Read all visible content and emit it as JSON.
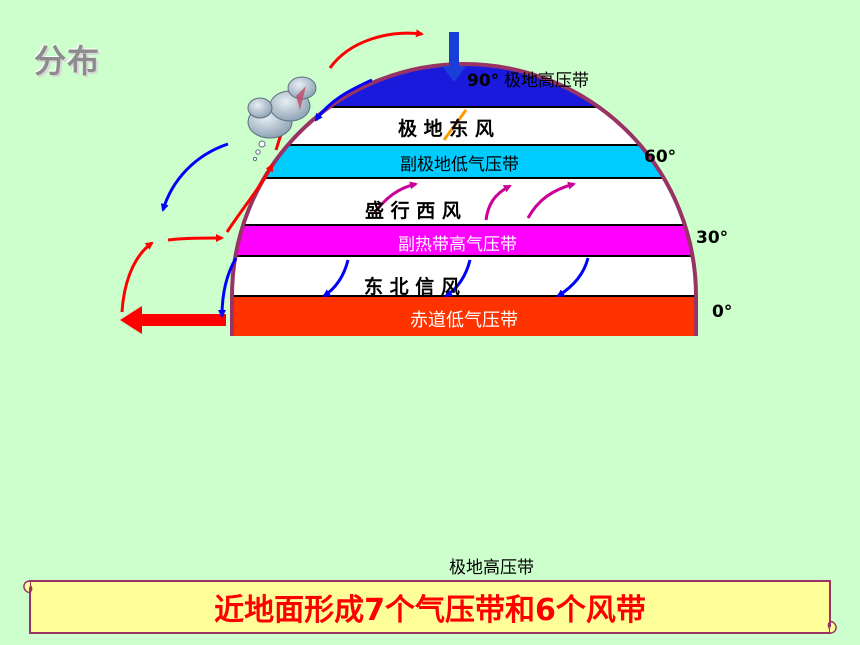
{
  "heading": "分布",
  "bands": [
    {
      "name": "polar-high",
      "label": "",
      "color": "#1a1adc"
    },
    {
      "name": "polar-easterlies",
      "label": "极 地 东 风",
      "color": "#ffffff"
    },
    {
      "name": "subpolar-low",
      "label": "副极地低气压带",
      "color": "#00ccff"
    },
    {
      "name": "westerlies",
      "label": "盛  行  西  风",
      "color": "#ffffff"
    },
    {
      "name": "subtropical-high",
      "label": "副热带高气压带",
      "color": "#ff00ff"
    },
    {
      "name": "northeast-trades",
      "label": "东  北  信  风",
      "color": "#ffffff"
    },
    {
      "name": "equatorial-low",
      "label": "赤道低气压带",
      "color": "#ff3300"
    }
  ],
  "latitudes": {
    "lat90": "90°",
    "lat60": "60°",
    "lat30": "30°",
    "lat0": "0°"
  },
  "polar_high_label": "极地高压带",
  "bottom_label": "极地高压带",
  "banner_text": "近地面形成7个气压带和6个风带",
  "colors": {
    "background": "#ccffcc",
    "arc": "#993366",
    "arrow_red": "#ff0000",
    "arrow_blue": "#0000ff",
    "arrow_magenta": "#cc0099",
    "banner_fill": "#ffff99",
    "banner_text": "#ff0000"
  }
}
